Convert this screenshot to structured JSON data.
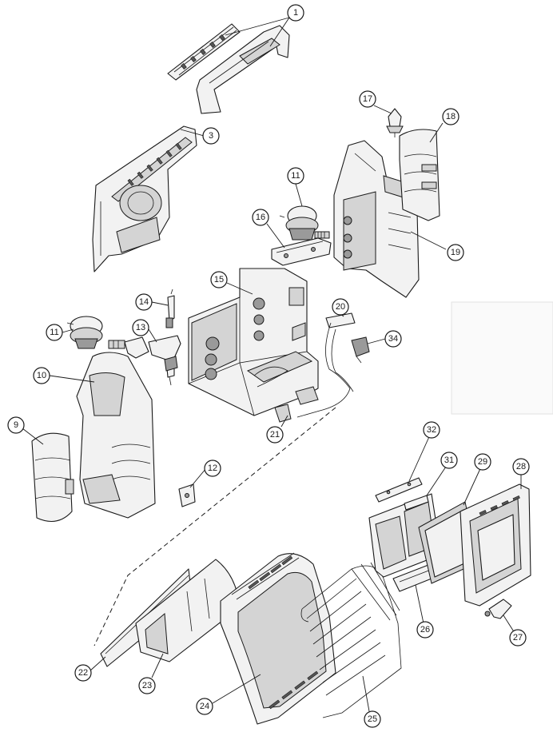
{
  "callouts": [
    {
      "id": "c1",
      "label": "1"
    },
    {
      "id": "c3",
      "label": "3"
    },
    {
      "id": "c9",
      "label": "9"
    },
    {
      "id": "c10",
      "label": "10"
    },
    {
      "id": "c11a",
      "label": "11"
    },
    {
      "id": "c11b",
      "label": "11"
    },
    {
      "id": "c12",
      "label": "12"
    },
    {
      "id": "c13",
      "label": "13"
    },
    {
      "id": "c14",
      "label": "14"
    },
    {
      "id": "c15",
      "label": "15"
    },
    {
      "id": "c16",
      "label": "16"
    },
    {
      "id": "c17",
      "label": "17"
    },
    {
      "id": "c18",
      "label": "18"
    },
    {
      "id": "c19",
      "label": "19"
    },
    {
      "id": "c20",
      "label": "20"
    },
    {
      "id": "c21",
      "label": "21"
    },
    {
      "id": "c22",
      "label": "22"
    },
    {
      "id": "c23",
      "label": "23"
    },
    {
      "id": "c24",
      "label": "24"
    },
    {
      "id": "c25",
      "label": "25"
    },
    {
      "id": "c26",
      "label": "26"
    },
    {
      "id": "c27",
      "label": "27"
    },
    {
      "id": "c28",
      "label": "28"
    },
    {
      "id": "c29",
      "label": "29"
    },
    {
      "id": "c31",
      "label": "31"
    },
    {
      "id": "c32",
      "label": "32"
    },
    {
      "id": "c34",
      "label": "34"
    }
  ]
}
